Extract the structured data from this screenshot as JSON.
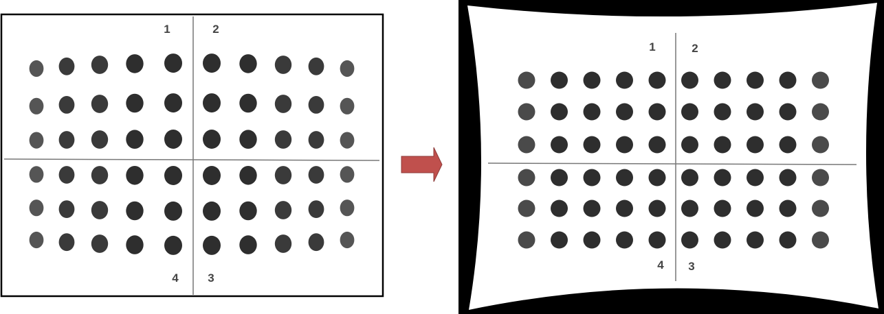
{
  "figure": {
    "left_panel": {
      "labels": {
        "q1": "1",
        "q2": "2",
        "q3": "3",
        "q4": "4"
      },
      "dot_grid": {
        "rows": 6,
        "columns": 10,
        "distortion": "barrel"
      }
    },
    "arrow": {
      "color": "#c0504d"
    },
    "right_panel": {
      "labels": {
        "q1": "1",
        "q2": "2",
        "q3": "3",
        "q4": "4"
      },
      "dot_grid": {
        "rows": 6,
        "columns": 10,
        "distortion": "corrected"
      }
    }
  },
  "colors": {
    "paper": "#ffffff",
    "dot": "#2e2e2e",
    "frame": "#000000",
    "arrow": "#c0504d"
  }
}
